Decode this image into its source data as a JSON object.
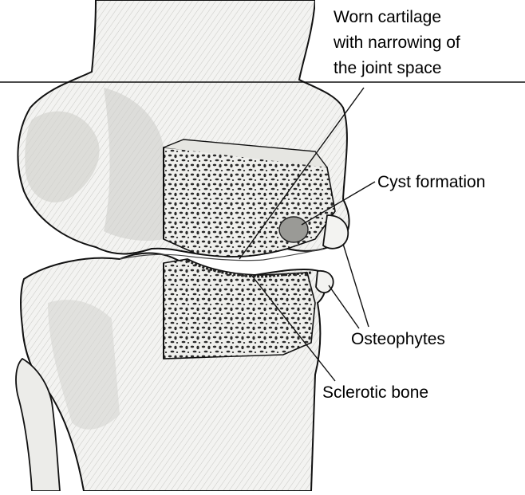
{
  "diagram": {
    "labels": {
      "cartilage": [
        "Worn cartilage",
        "with narrowing of",
        "the joint space"
      ],
      "cyst": "Cyst formation",
      "osteophytes": "Osteophytes",
      "sclerotic": "Sclerotic bone"
    },
    "colors": {
      "ink": "#111111",
      "bone_fill": "#f3f3f1",
      "shade": "#bfbfbc",
      "porous": "#2a2a2a",
      "cyst": "#9a9a96"
    }
  }
}
